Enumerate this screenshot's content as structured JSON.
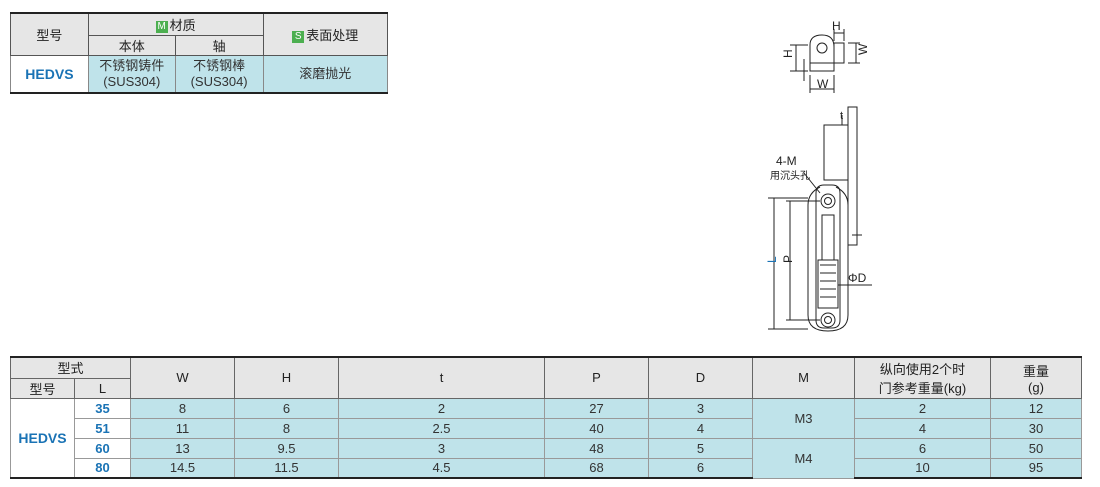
{
  "material_table": {
    "col_model": "型号",
    "material_badge": "M",
    "material_label": "材质",
    "surface_badge": "S",
    "surface_label": "表面处理",
    "sub_body": "本体",
    "sub_shaft": "轴",
    "row": {
      "model": "HEDVS",
      "body_line1": "不锈钢铸件",
      "body_line2": "(SUS304)",
      "shaft_line1": "不锈钢棒",
      "shaft_line2": "(SUS304)",
      "surface": "滚磨抛光"
    }
  },
  "drawing": {
    "labels": {
      "h_top": "H",
      "w_right": "W",
      "h_left": "H",
      "w_bottom": "W",
      "t_label": "t",
      "m_label": "4-M",
      "m_note": "用沉头孔",
      "l_label": "L",
      "p_label": "P",
      "d_label": "ΦD"
    },
    "colors": {
      "l_label": "#1a73b5"
    }
  },
  "spec_table": {
    "headers": {
      "type": "型式",
      "model": "型号",
      "L": "L",
      "W": "W",
      "H": "H",
      "t": "t",
      "P": "P",
      "D": "D",
      "M": "M",
      "load_line1": "纵向使用2个时",
      "load_line2": "门参考重量(kg)",
      "weight_line1": "重量",
      "weight_line2": "(g)"
    },
    "model": "HEDVS",
    "m_groups": [
      "M3",
      "M4"
    ],
    "rows": [
      {
        "L": "35",
        "W": "8",
        "H": "6",
        "t": "2",
        "P": "27",
        "D": "3",
        "load": "2",
        "weight": "12"
      },
      {
        "L": "51",
        "W": "11",
        "H": "8",
        "t": "2.5",
        "P": "40",
        "D": "4",
        "load": "4",
        "weight": "30"
      },
      {
        "L": "60",
        "W": "13",
        "H": "9.5",
        "t": "3",
        "P": "48",
        "D": "5",
        "load": "6",
        "weight": "50"
      },
      {
        "L": "80",
        "W": "14.5",
        "H": "11.5",
        "t": "4.5",
        "P": "68",
        "D": "6",
        "load": "10",
        "weight": "95"
      }
    ]
  }
}
